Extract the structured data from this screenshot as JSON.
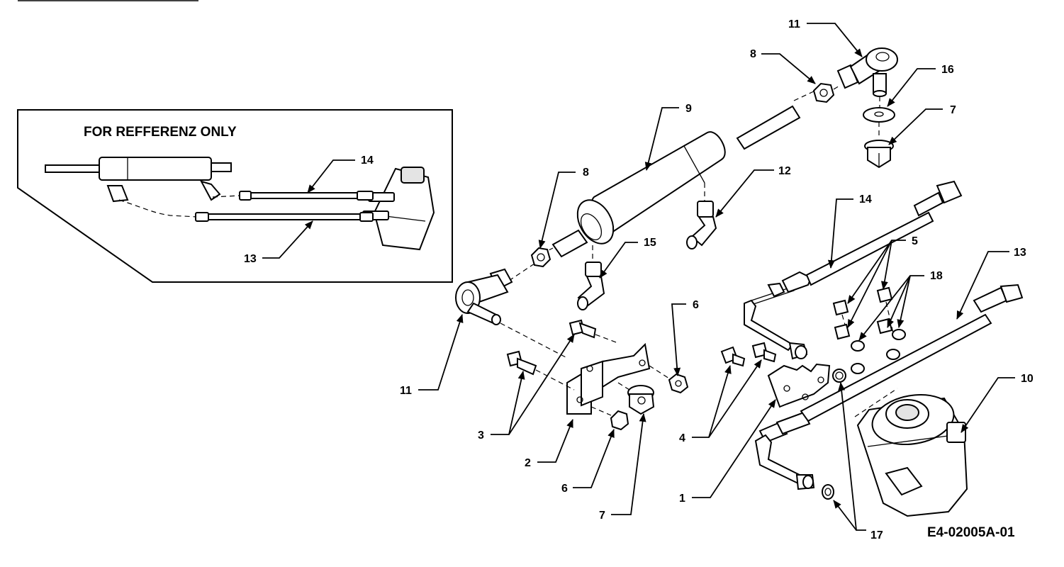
{
  "inset": {
    "title": "FOR REFFERENZ ONLY",
    "callouts": {
      "hose_upper": "14",
      "hose_lower": "13"
    }
  },
  "callouts": {
    "tie_rod_end_right": "11",
    "hex_nut_upper": "8",
    "washer": "16",
    "lock_nut_upper": "7",
    "hydraulic_cylinder": "9",
    "hex_nut_left": "8",
    "elbow_fitting_right": "12",
    "elbow_fitting_left": "15",
    "hose_upper": "14",
    "screws_steering_unit": "5",
    "washers_steering_unit": "18",
    "hose_lower": "13",
    "steering_unit": "10",
    "tie_rod_end_left": "11",
    "lock_nut_right": "6",
    "bolts_bracket": "3",
    "bracket": "2",
    "lock_nut_lower": "6",
    "lock_nut_lower_big": "7",
    "bolts_plate": "4",
    "mounting_plate": "1",
    "o_rings": "17"
  },
  "document_id": "E4-02005A-01",
  "colors": {
    "ink": "#000000",
    "paper": "#ffffff",
    "shade": "#e4e4e4"
  }
}
